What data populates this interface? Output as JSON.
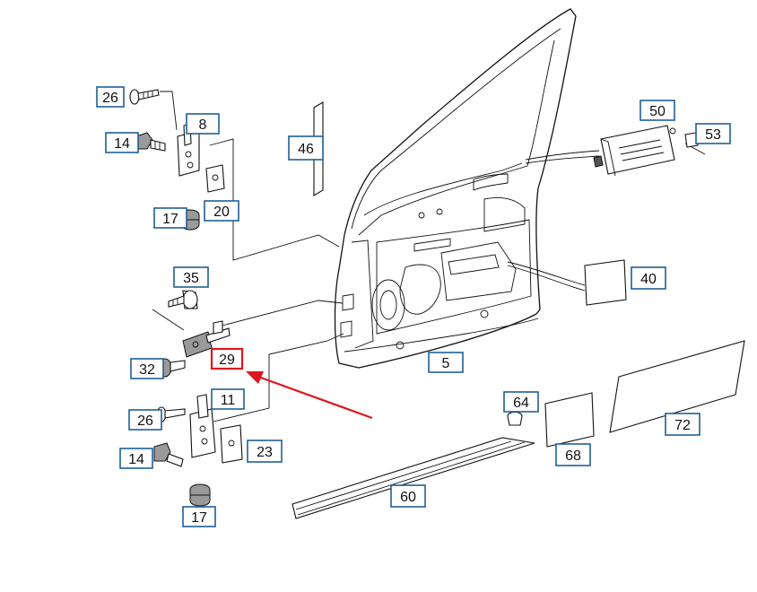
{
  "colors": {
    "label_border": "#1f5f96",
    "highlight": "#e0141c",
    "line": "#111111"
  },
  "callouts": [
    {
      "id": "26a",
      "text": "26"
    },
    {
      "id": "8",
      "text": "8"
    },
    {
      "id": "14a",
      "text": "14"
    },
    {
      "id": "46",
      "text": "46"
    },
    {
      "id": "20",
      "text": "20"
    },
    {
      "id": "17a",
      "text": "17"
    },
    {
      "id": "50",
      "text": "50"
    },
    {
      "id": "53",
      "text": "53"
    },
    {
      "id": "35",
      "text": "35"
    },
    {
      "id": "40",
      "text": "40"
    },
    {
      "id": "29",
      "text": "29",
      "highlighted": true
    },
    {
      "id": "32",
      "text": "32"
    },
    {
      "id": "5",
      "text": "5"
    },
    {
      "id": "11",
      "text": "11"
    },
    {
      "id": "64",
      "text": "64"
    },
    {
      "id": "26b",
      "text": "26"
    },
    {
      "id": "72",
      "text": "72"
    },
    {
      "id": "23",
      "text": "23"
    },
    {
      "id": "68",
      "text": "68"
    },
    {
      "id": "14b",
      "text": "14"
    },
    {
      "id": "60",
      "text": "60"
    },
    {
      "id": "17b",
      "text": "17"
    }
  ]
}
